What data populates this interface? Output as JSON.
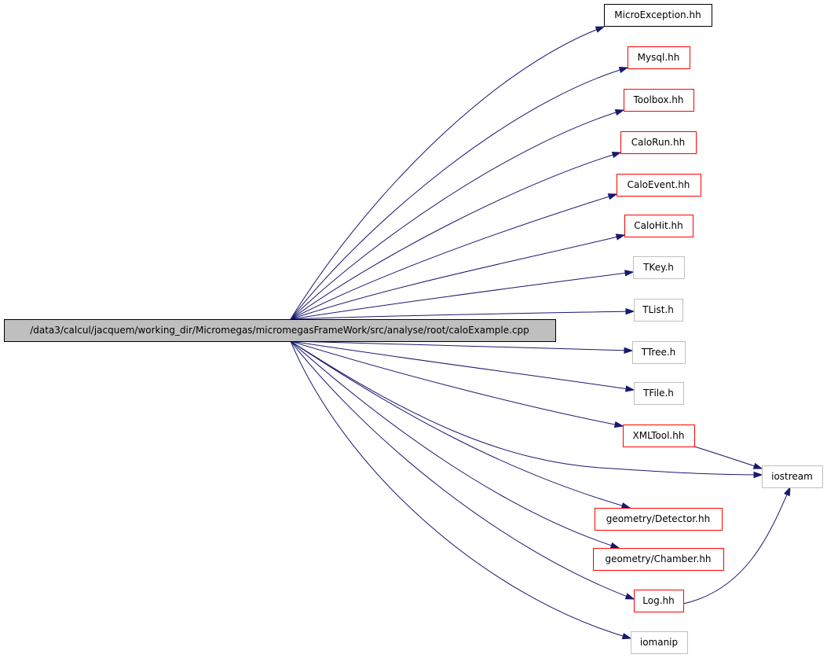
{
  "graph": {
    "kind": "include-dependency-graph",
    "colors": {
      "edge": "#191970",
      "root_fill": "#bfbfbf",
      "root_border": "#000000",
      "documented_border": "#000000",
      "documented_with_includes_border": "#ff0000",
      "external_border": "#bfbfbf"
    },
    "root": {
      "id": "root",
      "label": "/data3/calcul/jacquem/working_dir/Micromegas/micromegasFrameWork/src/analyse/root/caloExample.cpp"
    },
    "nodes": [
      {
        "id": "microexception",
        "label": "MicroException.hh",
        "style": "documented"
      },
      {
        "id": "mysql",
        "label": "Mysql.hh",
        "style": "documented_with_includes"
      },
      {
        "id": "toolbox",
        "label": "Toolbox.hh",
        "style": "documented_with_includes"
      },
      {
        "id": "calorun",
        "label": "CaloRun.hh",
        "style": "documented_with_includes"
      },
      {
        "id": "caloevent",
        "label": "CaloEvent.hh",
        "style": "documented_with_includes"
      },
      {
        "id": "calohit",
        "label": "CaloHit.hh",
        "style": "documented_with_includes"
      },
      {
        "id": "tkey",
        "label": "TKey.h",
        "style": "external"
      },
      {
        "id": "tlist",
        "label": "TList.h",
        "style": "external"
      },
      {
        "id": "ttree",
        "label": "TTree.h",
        "style": "external"
      },
      {
        "id": "tfile",
        "label": "TFile.h",
        "style": "external"
      },
      {
        "id": "xmltool",
        "label": "XMLTool.hh",
        "style": "documented_with_includes"
      },
      {
        "id": "iostream",
        "label": "iostream",
        "style": "external"
      },
      {
        "id": "detector",
        "label": "geometry/Detector.hh",
        "style": "documented_with_includes"
      },
      {
        "id": "chamber",
        "label": "geometry/Chamber.hh",
        "style": "documented_with_includes"
      },
      {
        "id": "log",
        "label": "Log.hh",
        "style": "documented_with_includes"
      },
      {
        "id": "iomanip",
        "label": "iomanip",
        "style": "external"
      }
    ],
    "edges": [
      {
        "from": "root",
        "to": "microexception"
      },
      {
        "from": "root",
        "to": "mysql"
      },
      {
        "from": "root",
        "to": "toolbox"
      },
      {
        "from": "root",
        "to": "calorun"
      },
      {
        "from": "root",
        "to": "caloevent"
      },
      {
        "from": "root",
        "to": "calohit"
      },
      {
        "from": "root",
        "to": "tkey"
      },
      {
        "from": "root",
        "to": "tlist"
      },
      {
        "from": "root",
        "to": "ttree"
      },
      {
        "from": "root",
        "to": "tfile"
      },
      {
        "from": "root",
        "to": "xmltool"
      },
      {
        "from": "root",
        "to": "iostream"
      },
      {
        "from": "root",
        "to": "detector"
      },
      {
        "from": "root",
        "to": "chamber"
      },
      {
        "from": "root",
        "to": "log"
      },
      {
        "from": "root",
        "to": "iomanip"
      },
      {
        "from": "xmltool",
        "to": "iostream"
      },
      {
        "from": "log",
        "to": "iostream"
      }
    ]
  }
}
